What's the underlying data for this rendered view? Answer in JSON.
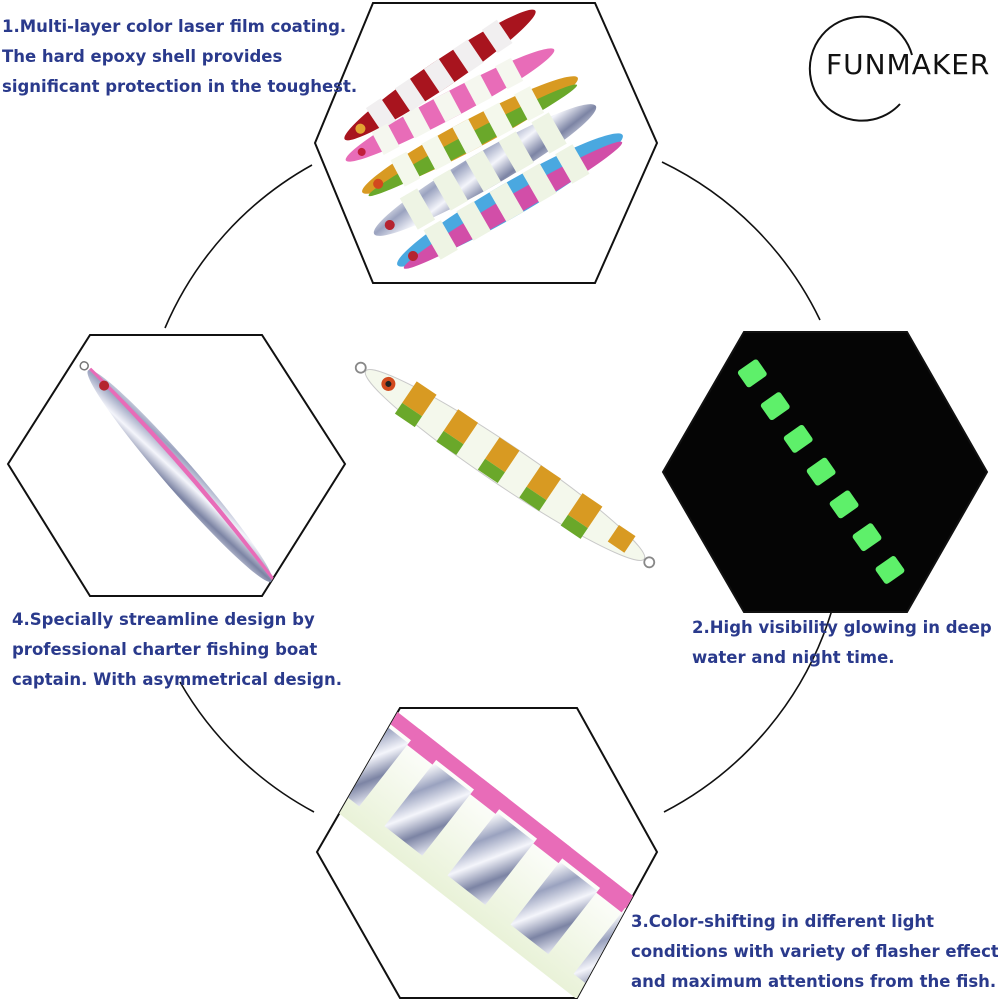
{
  "brand": {
    "name": "FUNMAKER"
  },
  "features": [
    {
      "lines": [
        "1.Multi-layer color laser film coating.",
        "The hard epoxy shell provides",
        "significant protection in the toughest."
      ]
    },
    {
      "lines": [
        "2.High visibility glowing in deep",
        "water and night time."
      ]
    },
    {
      "lines": [
        "3.Color-shifting in different light",
        "conditions with variety of flasher effects",
        "and maximum attentions from the fish."
      ]
    },
    {
      "lines": [
        "4.Specially streamline design by",
        "professional charter fishing boat",
        "captain. With asymmetrical design."
      ]
    }
  ],
  "colors": {
    "caption_text": "#2a3a8c",
    "glow": "#5ef06a",
    "pink": "#e86cb8",
    "gold": "#d89a22",
    "green": "#6aa82a",
    "silver": "#c7cad8",
    "background": "#ffffff"
  }
}
